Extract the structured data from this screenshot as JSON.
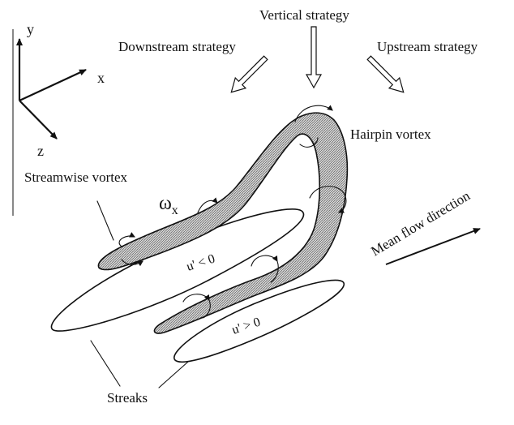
{
  "axes": {
    "y": "y",
    "x": "x",
    "z": "z"
  },
  "strategies": {
    "vertical": "Vertical strategy",
    "downstream": "Downstream strategy",
    "upstream": "Upstream strategy"
  },
  "labels": {
    "hairpin": "Hairpin vortex",
    "streamwise": "Streamwise vortex",
    "omega": "ω",
    "omega_sub": "x",
    "u_neg": "u' < 0",
    "u_pos": "u' > 0",
    "streaks": "Streaks",
    "mean_flow": "Mean flow direction"
  }
}
